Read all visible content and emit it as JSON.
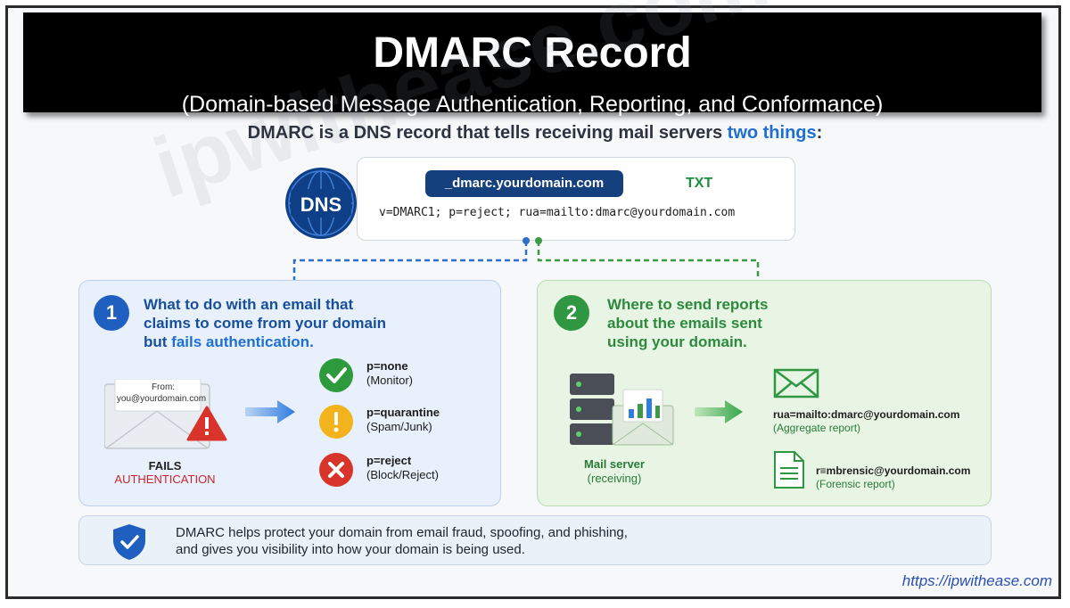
{
  "banner": {
    "title": "DMARC Record",
    "subtitle": "(Domain-based Message Authentication, Reporting, and Conformance)"
  },
  "intro": {
    "text_before": "DMARC is a DNS record that tells receiving mail servers ",
    "highlight": "two things",
    "text_after": ":"
  },
  "dns": {
    "badge": "DNS",
    "host": "_dmarc.yourdomain.com",
    "type": "TXT",
    "record": "v=DMARC1; p=reject; rua=mailto:dmarc@yourdomain.com"
  },
  "panel1": {
    "number": "1",
    "title_line1": "What to do with an email that",
    "title_line2": "claims to come from your domain",
    "title_line3_before": "but ",
    "title_line3_highlight": "fails authentication.",
    "email_from_label": "From:",
    "email_from_addr": "you@yourdomain.com",
    "fails_line1": "FAILS",
    "fails_line2": "AUTHENTICATION",
    "policies": [
      {
        "name": "p=none",
        "desc": "(Monitor)",
        "icon": "check-icon",
        "color": "#2e9a3e"
      },
      {
        "name": "p=quarantine",
        "desc": "(Spam/Junk)",
        "icon": "exclamation-icon",
        "color": "#f3b31c"
      },
      {
        "name": "p=reject",
        "desc": "(Block/Reject)",
        "icon": "x-icon",
        "color": "#d9342b"
      }
    ]
  },
  "panel2": {
    "number": "2",
    "title_line1": "Where to send reports",
    "title_line2": "about the emails sent",
    "title_line3": "using your domain.",
    "server_line1": "Mail server",
    "server_line2": "(receiving)",
    "reports": [
      {
        "label": "rua=mailto:dmarc@yourdomain.com",
        "desc": "(Aggregate report)",
        "icon": "envelope-icon"
      },
      {
        "label": "r≡mbrensic@yourdomain.com",
        "desc": "(Forensic report)",
        "icon": "document-icon"
      }
    ]
  },
  "footer": {
    "line1": "DMARC helps protect your domain from email fraud, spoofing, and phishing,",
    "line2": "and gives you visibility into how your domain is being used."
  },
  "watermark": "ipwithease.com",
  "site_url": "https://ipwithease.com",
  "colors": {
    "blue_accent": "#1d6fd1",
    "dark_blue": "#14407e",
    "green_accent": "#2f9742",
    "red": "#c9262e"
  }
}
